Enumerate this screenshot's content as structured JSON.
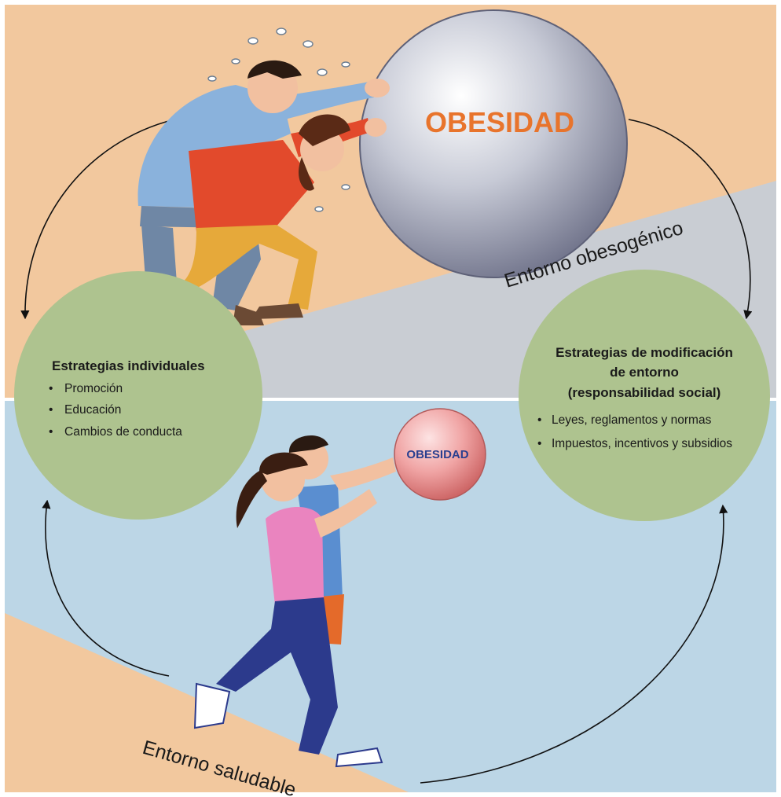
{
  "big_ball_label": "OBESIDAD",
  "small_ball_label": "OBESIDAD",
  "top_environment_label": "Entorno obesogénico",
  "bottom_environment_label": "Entorno saludable",
  "left_circle": {
    "title": "Estrategias individuales",
    "items": [
      "Promoción",
      "Educación",
      "Cambios de conducta"
    ]
  },
  "right_circle": {
    "title_lines": [
      "Estrategias de modificación",
      "de entorno",
      "(responsabilidad social)"
    ],
    "items": [
      "Leyes, reglamentos y normas",
      "Impuestos, incentivos y subsidios"
    ]
  },
  "colors": {
    "top_background": "#f2c89e",
    "top_slope": "#c9cdd3",
    "bottom_background": "#bcd6e6",
    "bottom_corner": "#f2c89e",
    "strategy_circle": "#aec38f",
    "big_ball_text": "#e8742c",
    "small_ball_text": "#2a3f8f"
  }
}
